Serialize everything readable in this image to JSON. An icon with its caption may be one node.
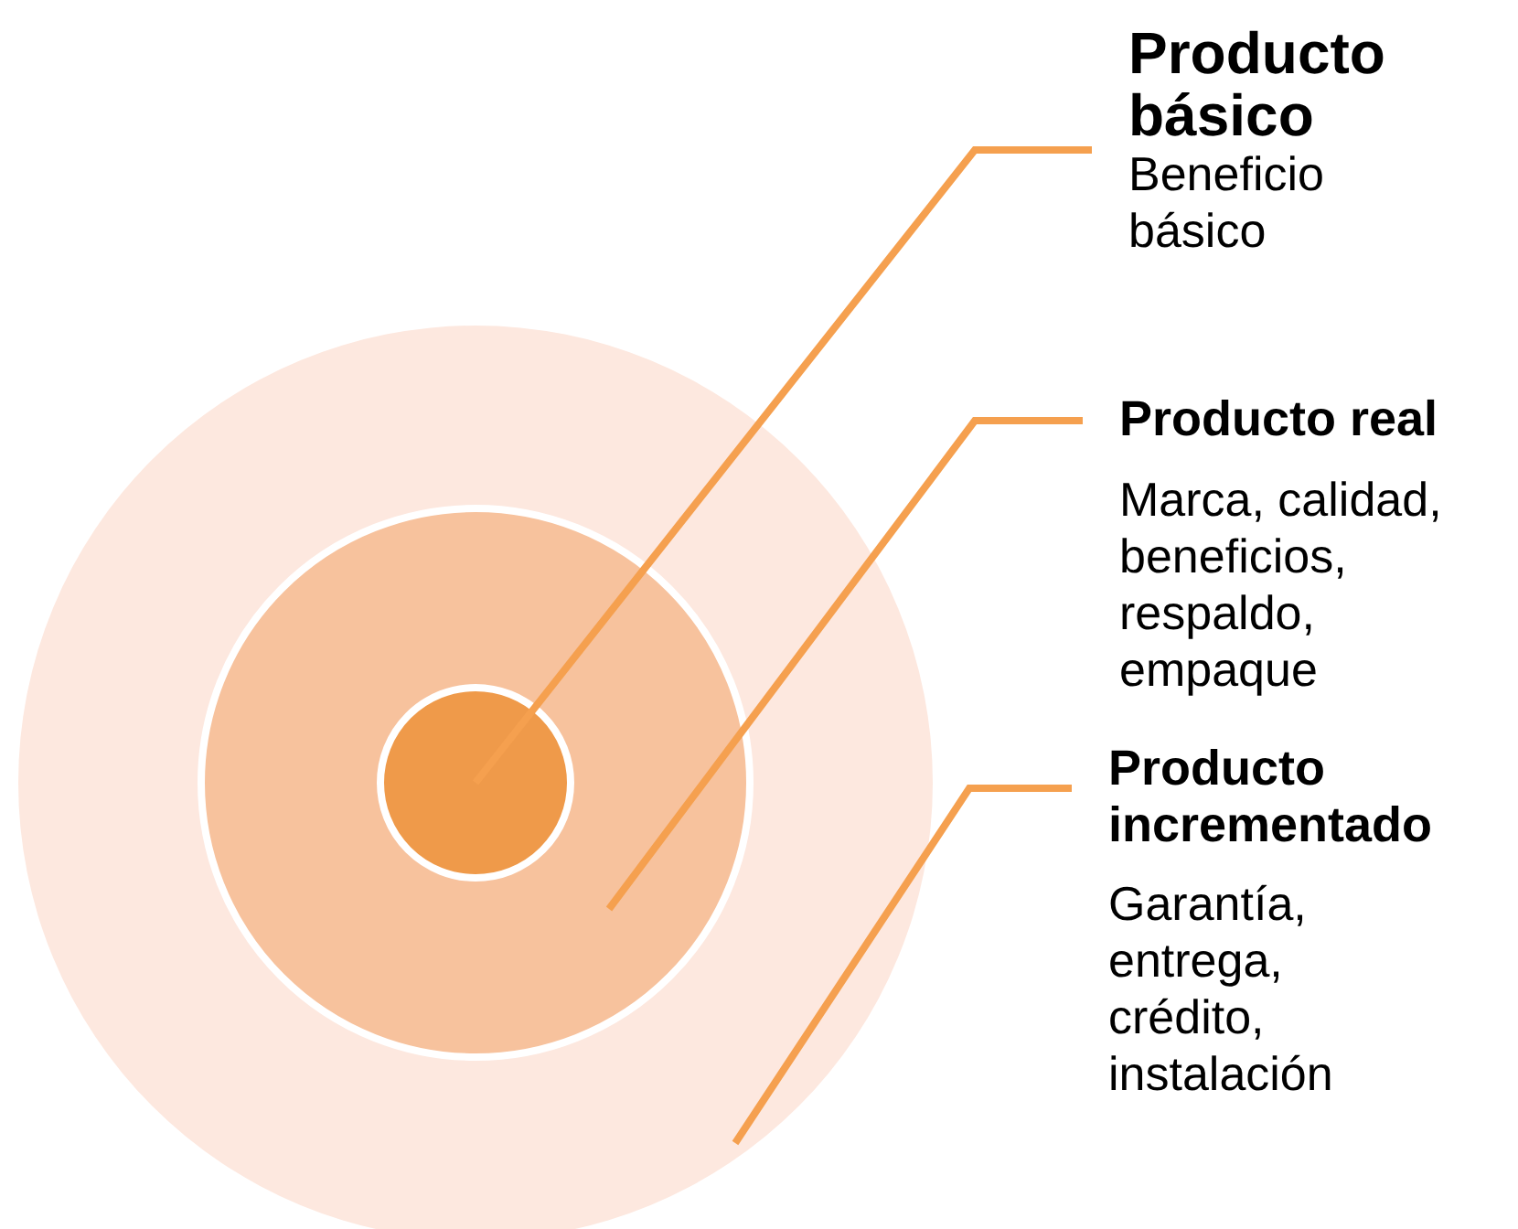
{
  "diagram": {
    "nodes": [
      {
        "text": [],
        "shape": "circle"
      },
      {
        "text": [],
        "shape": "circle",
        "in": 0
      },
      {
        "text": [],
        "shape": "circle",
        "in": 1
      },
      {
        "text": [
          "Producto básico",
          "Beneficio básico"
        ]
      },
      {
        "text": [
          "Producto real",
          "Marca, calidad, beneficios, respaldo, empaque"
        ]
      },
      {
        "text": [
          "Producto incrementado",
          "Garantía, entrega, crédito, instalación"
        ]
      }
    ],
    "edges": [
      {
        "from": 3,
        "to": 2,
        "arrow": "none"
      },
      {
        "from": 4,
        "to": 1,
        "arrow": "none"
      },
      {
        "from": 5,
        "to": 0,
        "arrow": "none"
      }
    ]
  }
}
